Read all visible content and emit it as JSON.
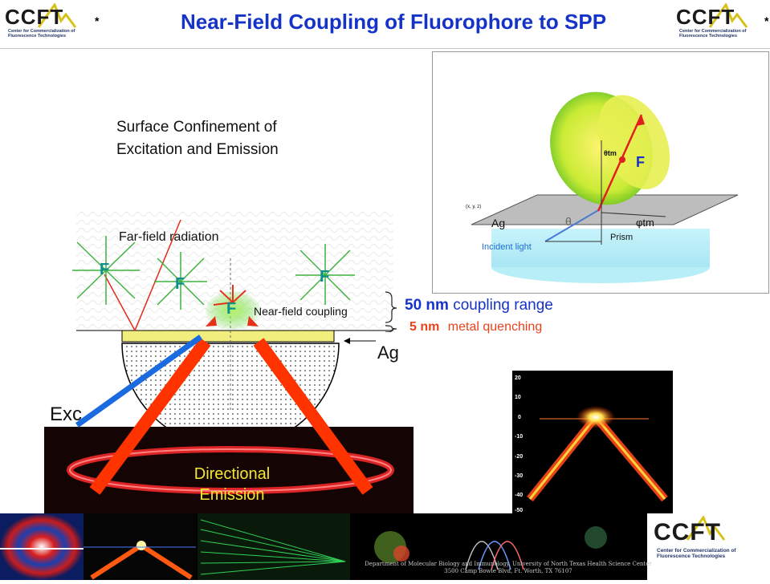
{
  "title": "Near-Field Coupling of Fluorophore to SPP",
  "logo": {
    "word": "CCFT",
    "sub": "Center for Commercialization of Fluorescence Technologies",
    "star": "*"
  },
  "subtitle_lines": [
    "Surface Confinement of",
    "Excitation and Emission"
  ],
  "diagram": {
    "far_field": "Far-field radiation",
    "fluorophore": "F",
    "near_field": "Near-field coupling",
    "metal": "Ag",
    "excitation": "Exc",
    "directional": [
      "Directional",
      "Emission"
    ]
  },
  "ranges": {
    "coupling_value": "50 nm",
    "coupling_text": "coupling range",
    "quench_value": "5 nm",
    "quench_text": "metal quenching"
  },
  "inset": {
    "theta_tm": "θtm",
    "fluorophore": "F",
    "coord": "(x, y, z)",
    "ag": "Ag",
    "theta": "θ",
    "phi_tm": "φtm",
    "prism": "Prism",
    "incident": "Incident light"
  },
  "sim_plot": {
    "yticks": [
      "20",
      "10",
      "0",
      "-10",
      "-20",
      "-30",
      "-40",
      "-50"
    ]
  },
  "footer": {
    "line1": "Department of Molecular Biology and Immunology, University of North Texas Health Science Center",
    "line2": "3500 Camp Bowie Blvd, Ft. Worth, TX 76107"
  },
  "colors": {
    "title": "#1533c8",
    "blue_value": "#1533c8",
    "red_value": "#e8431c",
    "fluor_green": "#3db33d",
    "f_teal": "#0e8f8f"
  }
}
